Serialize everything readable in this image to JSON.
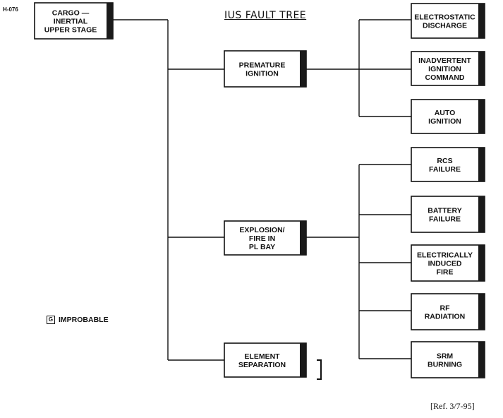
{
  "doc_id": "H-076",
  "title": "IUS FAULT TREE",
  "legend": {
    "key": "G",
    "label": "IMPROBABLE"
  },
  "reference": "[Ref. 3/7-95]",
  "boxes": {
    "root": [
      "CARGO —",
      "INERTIAL",
      "UPPER STAGE"
    ],
    "premature": [
      "PREMATURE",
      "IGNITION"
    ],
    "explosion": [
      "EXPLOSION/",
      "FIRE IN",
      "PL BAY"
    ],
    "separation": [
      "ELEMENT",
      "SEPARATION"
    ],
    "electrostatic": [
      "ELECTROSTATIC",
      "DISCHARGE"
    ],
    "inadvertent": [
      "INADVERTENT",
      "IGNITION",
      "COMMAND"
    ],
    "auto": [
      "AUTO",
      "IGNITION"
    ],
    "rcs": [
      "RCS",
      "FAILURE"
    ],
    "battery": [
      "BATTERY",
      "FAILURE"
    ],
    "electrical": [
      "ELECTRICALLY",
      "INDUCED",
      "FIRE"
    ],
    "rf": [
      "RF",
      "RADIATION"
    ],
    "srm": [
      "SRM",
      "BURNING"
    ]
  }
}
